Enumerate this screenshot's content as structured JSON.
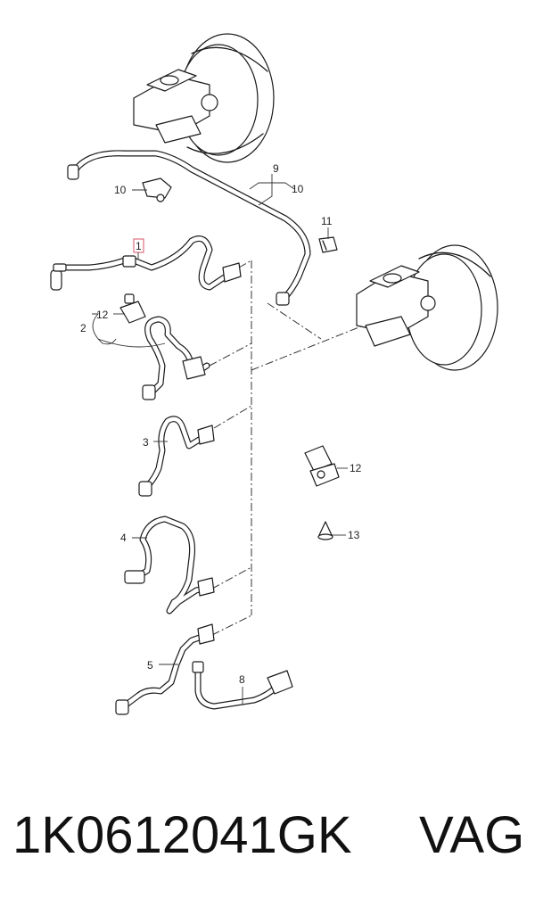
{
  "callouts": {
    "c1": "1",
    "c2": "2",
    "c3": "3",
    "c4": "4",
    "c5": "5",
    "c8": "8",
    "c9": "9",
    "c10a": "10",
    "c10b": "10",
    "c11": "11",
    "c12a": "12",
    "c12b": "12",
    "c13": "13"
  },
  "footer": {
    "part_number": "1K0612041GK",
    "brand": "VAG"
  }
}
